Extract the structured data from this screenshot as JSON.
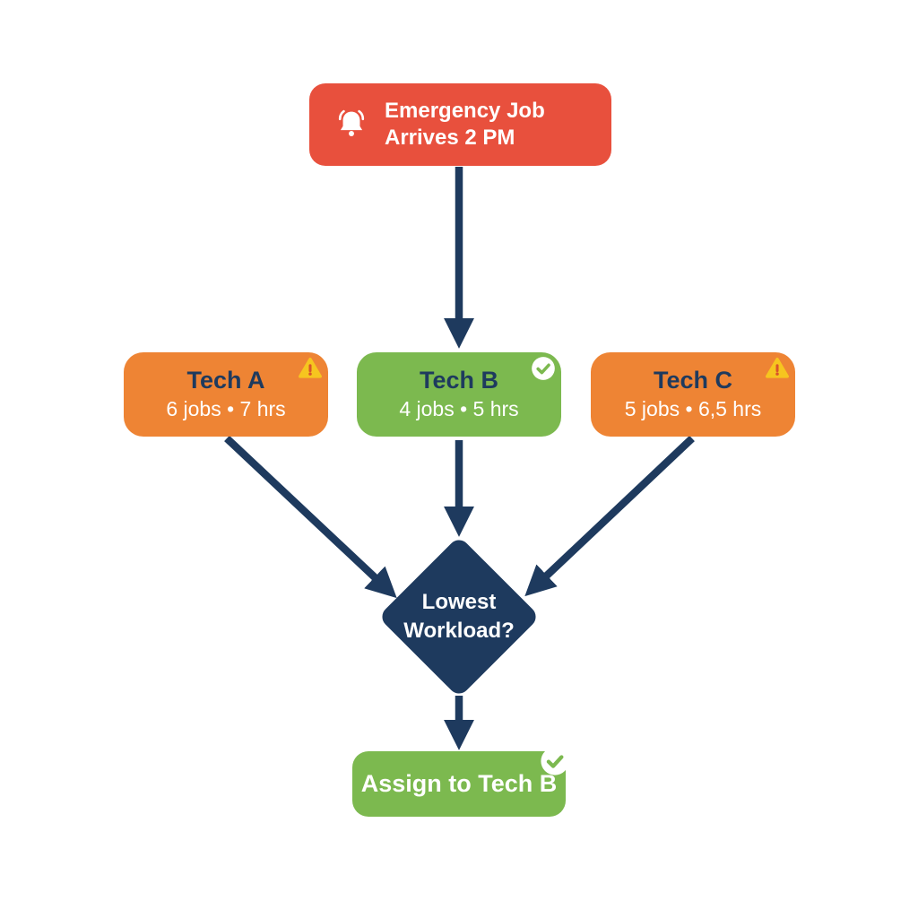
{
  "colors": {
    "red": "#E8503D",
    "orange": "#EE8434",
    "green": "#7CB94F",
    "navy": "#1E3A5E",
    "warning_yellow": "#F6C51F",
    "warning_mark": "#D9542B",
    "white": "#FFFFFF"
  },
  "nodes": {
    "emergency": {
      "line1": "Emergency Job",
      "line2": "Arrives 2 PM",
      "icon": "bell-icon"
    },
    "tech_a": {
      "title": "Tech A",
      "subtitle": "6 jobs • 7 hrs",
      "status_icon": "warning-icon"
    },
    "tech_b": {
      "title": "Tech B",
      "subtitle": "4 jobs • 5 hrs",
      "status_icon": "check-icon"
    },
    "tech_c": {
      "title": "Tech C",
      "subtitle": "5 jobs • 6,5 hrs",
      "status_icon": "warning-icon"
    },
    "decision": {
      "line1": "Lowest",
      "line2": "Workload?"
    },
    "assign": {
      "label": "Assign to Tech B",
      "status_icon": "check-icon"
    }
  },
  "edges": [
    {
      "from": "emergency",
      "to": "tech_b"
    },
    {
      "from": "tech_a",
      "to": "decision"
    },
    {
      "from": "tech_b",
      "to": "decision"
    },
    {
      "from": "tech_c",
      "to": "decision"
    },
    {
      "from": "decision",
      "to": "assign"
    }
  ]
}
